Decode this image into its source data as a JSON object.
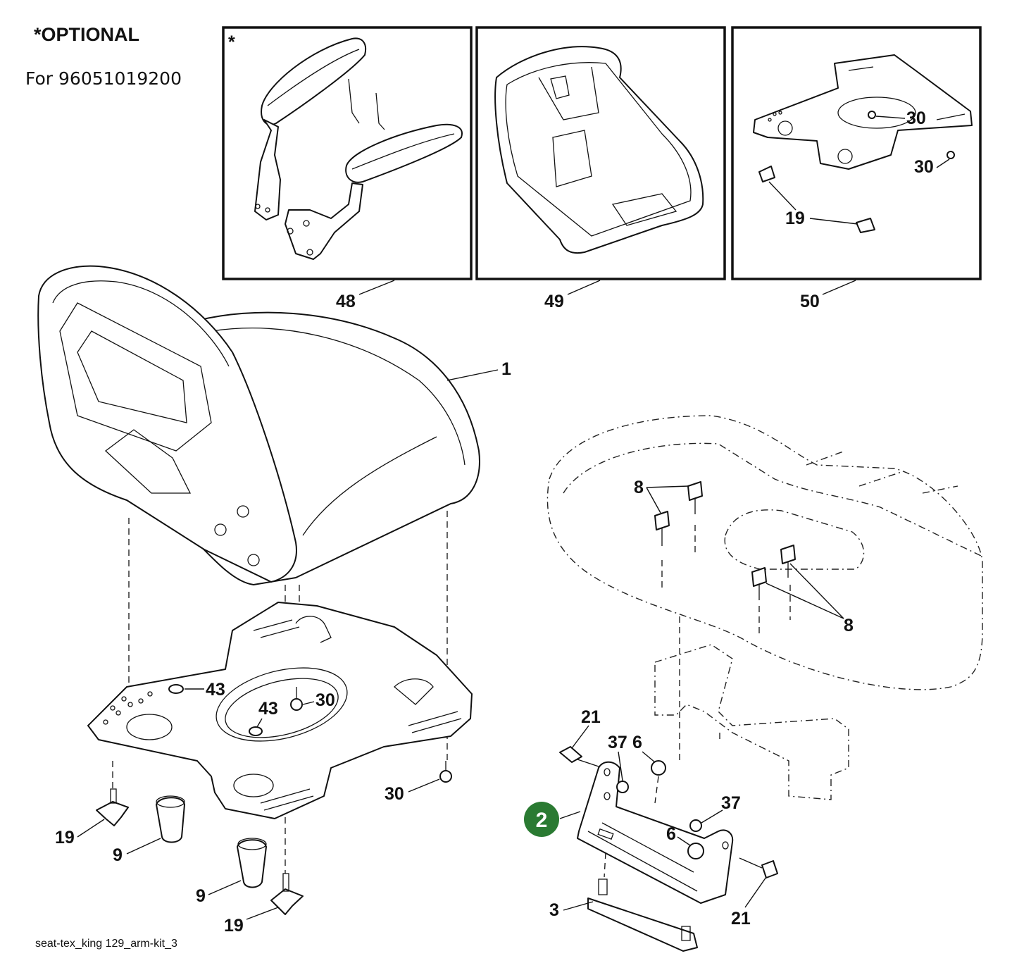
{
  "header": {
    "title": "*OPTIONAL",
    "subtitle": "For 96051019200"
  },
  "insets": {
    "armrest_kit": {
      "marker": "*",
      "callout": "48"
    },
    "seat_cushion": {
      "callout": "49"
    },
    "seat_plate": {
      "callout": "50",
      "screw_callout_a": "30",
      "screw_callout_b": "30",
      "knob_callout": "19"
    }
  },
  "main": {
    "seat_callout": "1",
    "bracket_callout": "2",
    "plate_callouts": [
      "43",
      "43",
      "30",
      "30"
    ],
    "knob_callouts": [
      "19",
      "19"
    ],
    "bumper_callouts": [
      "9",
      "9"
    ],
    "bolt_callouts_top": "8",
    "bolt_callouts_bottom": "8",
    "bracket_bolt_callouts": [
      "21",
      "21"
    ],
    "washer_callouts": [
      "37",
      "37"
    ],
    "nut_callouts": [
      "6",
      "6"
    ],
    "stud_plate_callout": "3"
  },
  "footer": {
    "drawing_id": "seat-tex_king 129_arm-kit_3"
  },
  "colors": {
    "line": "#111111",
    "badge": "#2a7a32",
    "background": "#ffffff"
  }
}
